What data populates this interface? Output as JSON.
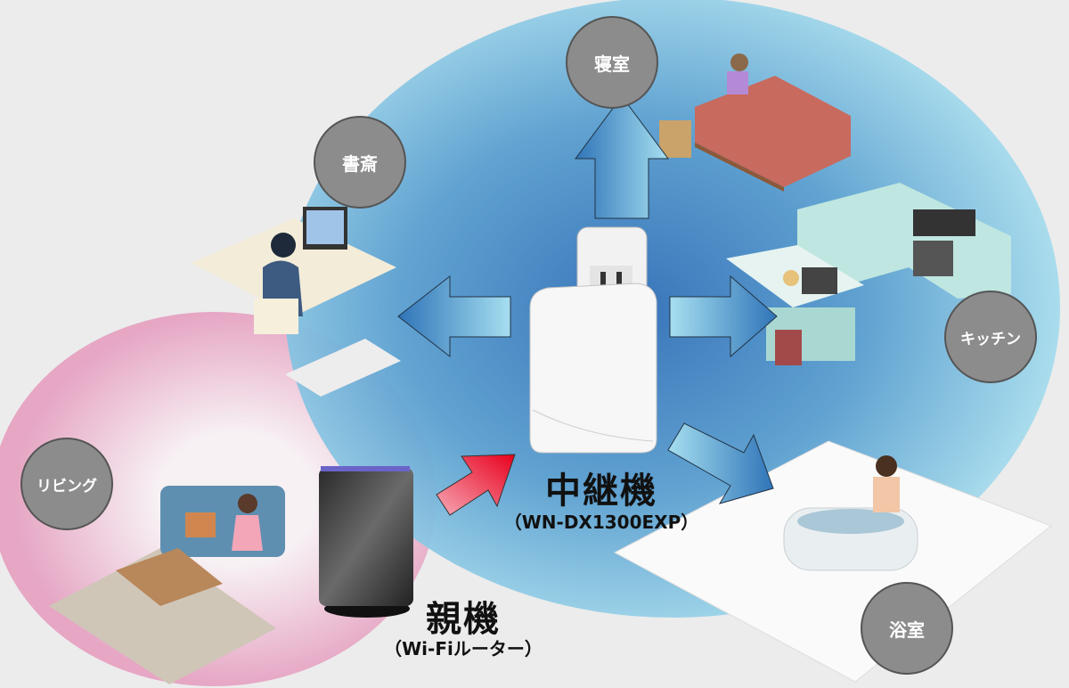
{
  "rooms": {
    "bedroom": "寝室",
    "study": "書斎",
    "kitchen": "キッチン",
    "living": "リビング",
    "bathroom": "浴室"
  },
  "repeater": {
    "title": "中継機",
    "model": "（WN-DX1300EXP）"
  },
  "router": {
    "title": "親機",
    "subtitle": "（Wi-Fiルーター）"
  },
  "colors": {
    "coverage_blue": "#3f86c6",
    "coverage_pink": "#e6a6c4",
    "arrow_blue": "#2f74b8",
    "arrow_red": "#e8001c",
    "room_circle": "#8c8c8c"
  }
}
